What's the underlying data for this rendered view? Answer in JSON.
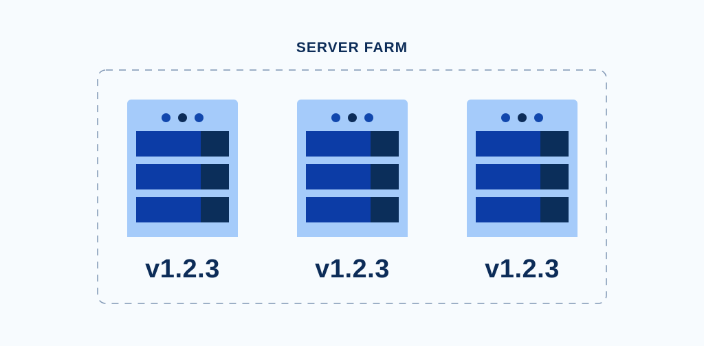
{
  "diagram": {
    "title": "SERVER FARM",
    "colors": {
      "background": "#f7fbfe",
      "text": "#0c2c58",
      "frame_border": "#7f96b4",
      "server_body": "#a5cbfa",
      "bay_main": "#0c3ca6",
      "bay_end": "#0b2e5a",
      "led_blue": "#1147ad",
      "led_dark": "#0c2c58"
    },
    "servers": [
      {
        "version": "v1.2.3",
        "icon": "server-rack-icon"
      },
      {
        "version": "v1.2.3",
        "icon": "server-rack-icon"
      },
      {
        "version": "v1.2.3",
        "icon": "server-rack-icon"
      }
    ]
  }
}
